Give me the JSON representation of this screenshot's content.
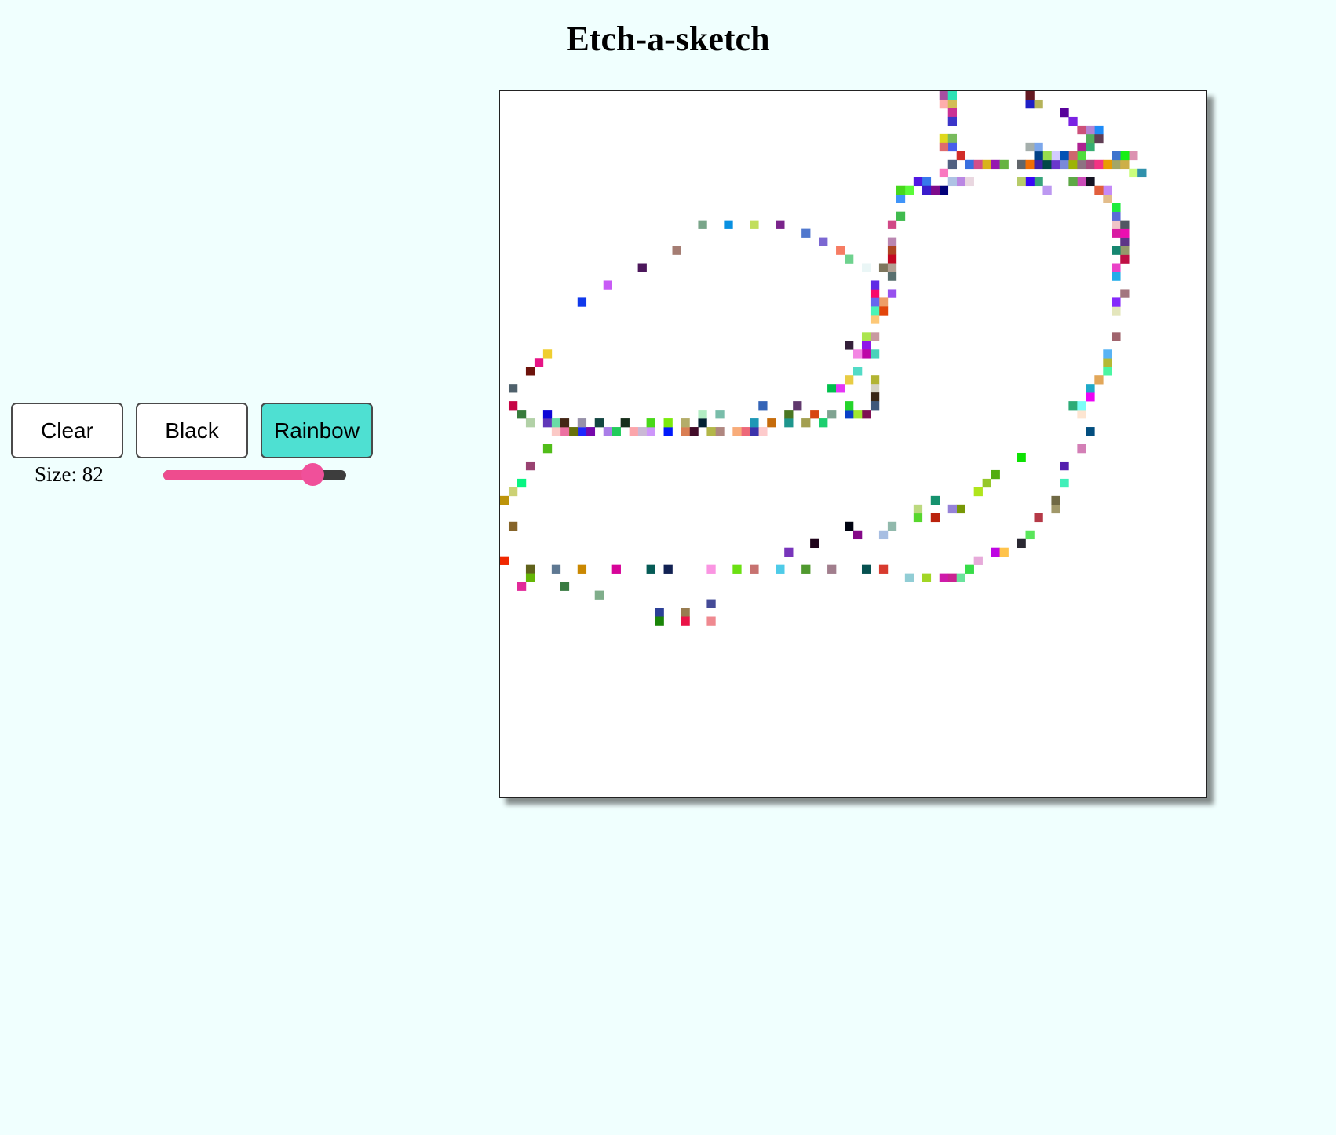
{
  "page": {
    "title": "Etch-a-sketch"
  },
  "controls": {
    "clear_label": "Clear",
    "black_label": "Black",
    "rainbow_label": "Rainbow",
    "active_mode": "Rainbow",
    "active_color": "#4ee0d2",
    "size_label": "Size: 82",
    "size_value": 82,
    "size_min": 2,
    "size_max": 100
  },
  "grid": {
    "size": 82,
    "drawn_cells": [
      [
        51,
        0
      ],
      [
        51,
        1
      ],
      [
        52,
        0
      ],
      [
        52,
        1
      ],
      [
        52,
        2
      ],
      [
        52,
        3
      ],
      [
        51,
        5
      ],
      [
        52,
        5
      ],
      [
        52,
        6
      ],
      [
        51,
        6
      ],
      [
        53,
        7
      ],
      [
        52,
        8
      ],
      [
        51,
        9
      ],
      [
        54,
        8
      ],
      [
        55,
        8
      ],
      [
        56,
        8
      ],
      [
        57,
        8
      ],
      [
        58,
        8
      ],
      [
        60,
        8
      ],
      [
        61,
        8
      ],
      [
        62,
        8
      ],
      [
        63,
        8
      ],
      [
        64,
        8
      ],
      [
        65,
        8
      ],
      [
        66,
        8
      ],
      [
        67,
        8
      ],
      [
        68,
        8
      ],
      [
        69,
        8
      ],
      [
        70,
        8
      ],
      [
        71,
        8
      ],
      [
        72,
        8
      ],
      [
        73,
        9
      ],
      [
        74,
        9
      ],
      [
        73,
        7
      ],
      [
        72,
        7
      ],
      [
        71,
        7
      ],
      [
        67,
        7
      ],
      [
        66,
        7
      ],
      [
        65,
        7
      ],
      [
        64,
        7
      ],
      [
        63,
        7
      ],
      [
        62,
        7
      ],
      [
        61,
        6
      ],
      [
        62,
        6
      ],
      [
        67,
        6
      ],
      [
        68,
        6
      ],
      [
        68,
        5
      ],
      [
        69,
        5
      ],
      [
        69,
        4
      ],
      [
        68,
        4
      ],
      [
        67,
        4
      ],
      [
        66,
        3
      ],
      [
        65,
        2
      ],
      [
        61,
        0
      ],
      [
        61,
        1
      ],
      [
        62,
        1
      ],
      [
        49,
        10
      ],
      [
        48,
        10
      ],
      [
        47,
        11
      ],
      [
        46,
        12
      ],
      [
        46,
        14
      ],
      [
        45,
        15
      ],
      [
        45,
        17
      ],
      [
        45,
        18
      ],
      [
        45,
        19
      ],
      [
        44,
        20
      ],
      [
        45,
        20
      ],
      [
        45,
        21
      ],
      [
        45,
        23
      ],
      [
        44,
        24
      ],
      [
        44,
        25
      ],
      [
        43,
        24
      ],
      [
        43,
        23
      ],
      [
        43,
        22
      ],
      [
        43,
        25
      ],
      [
        43,
        26
      ],
      [
        42,
        28
      ],
      [
        43,
        28
      ],
      [
        42,
        29
      ],
      [
        42,
        30
      ],
      [
        43,
        30
      ],
      [
        41,
        30
      ],
      [
        40,
        29
      ],
      [
        40,
        33
      ],
      [
        41,
        32
      ],
      [
        43,
        33
      ],
      [
        43,
        34
      ],
      [
        43,
        35
      ],
      [
        43,
        36
      ],
      [
        42,
        37
      ],
      [
        41,
        37
      ],
      [
        40,
        37
      ],
      [
        38,
        37
      ],
      [
        37,
        38
      ],
      [
        35,
        38
      ],
      [
        33,
        38
      ],
      [
        31,
        38
      ],
      [
        30,
        39
      ],
      [
        29,
        39
      ],
      [
        28,
        39
      ],
      [
        27,
        39
      ],
      [
        25,
        39
      ],
      [
        24,
        39
      ],
      [
        22,
        39
      ],
      [
        21,
        39
      ],
      [
        19,
        39
      ],
      [
        17,
        39
      ],
      [
        16,
        39
      ],
      [
        15,
        39
      ],
      [
        13,
        39
      ],
      [
        12,
        39
      ],
      [
        10,
        39
      ],
      [
        9,
        39
      ],
      [
        8,
        39
      ],
      [
        7,
        39
      ],
      [
        6,
        39
      ],
      [
        5,
        38
      ],
      [
        5,
        37
      ],
      [
        6,
        38
      ],
      [
        7,
        38
      ],
      [
        9,
        38
      ],
      [
        11,
        38
      ],
      [
        14,
        38
      ],
      [
        17,
        38
      ],
      [
        19,
        38
      ],
      [
        21,
        38
      ],
      [
        23,
        38
      ],
      [
        3,
        38
      ],
      [
        2,
        37
      ],
      [
        1,
        36
      ],
      [
        1,
        34
      ],
      [
        3,
        32
      ],
      [
        4,
        31
      ],
      [
        5,
        30
      ],
      [
        9,
        24
      ],
      [
        12,
        22
      ],
      [
        16,
        20
      ],
      [
        20,
        18
      ],
      [
        23,
        15
      ],
      [
        26,
        15
      ],
      [
        29,
        15
      ],
      [
        32,
        15
      ],
      [
        35,
        16
      ],
      [
        37,
        17
      ],
      [
        39,
        18
      ],
      [
        40,
        19
      ],
      [
        42,
        20
      ],
      [
        29,
        38
      ],
      [
        33,
        37
      ],
      [
        36,
        37
      ],
      [
        40,
        36
      ],
      [
        38,
        34
      ],
      [
        39,
        34
      ],
      [
        34,
        36
      ],
      [
        30,
        36
      ],
      [
        25,
        37
      ],
      [
        23,
        37
      ],
      [
        5,
        41
      ],
      [
        3,
        43
      ],
      [
        2,
        45
      ],
      [
        1,
        46
      ],
      [
        0,
        47
      ],
      [
        0,
        54
      ],
      [
        3,
        55
      ],
      [
        6,
        55
      ],
      [
        9,
        55
      ],
      [
        13,
        55
      ],
      [
        17,
        55
      ],
      [
        19,
        55
      ],
      [
        24,
        55
      ],
      [
        27,
        55
      ],
      [
        29,
        55
      ],
      [
        32,
        55
      ],
      [
        35,
        55
      ],
      [
        38,
        55
      ],
      [
        42,
        55
      ],
      [
        44,
        55
      ],
      [
        47,
        56
      ],
      [
        49,
        56
      ],
      [
        51,
        56
      ],
      [
        52,
        56
      ],
      [
        53,
        56
      ],
      [
        54,
        55
      ],
      [
        55,
        54
      ],
      [
        57,
        53
      ],
      [
        58,
        53
      ],
      [
        60,
        52
      ],
      [
        61,
        51
      ],
      [
        62,
        49
      ],
      [
        64,
        48
      ],
      [
        64,
        47
      ],
      [
        65,
        45
      ],
      [
        65,
        43
      ],
      [
        67,
        41
      ],
      [
        68,
        39
      ],
      [
        67,
        37
      ],
      [
        66,
        36
      ],
      [
        67,
        36
      ],
      [
        68,
        35
      ],
      [
        68,
        34
      ],
      [
        69,
        33
      ],
      [
        70,
        32
      ],
      [
        70,
        31
      ],
      [
        70,
        30
      ],
      [
        71,
        28
      ],
      [
        71,
        25
      ],
      [
        71,
        24
      ],
      [
        72,
        23
      ],
      [
        71,
        21
      ],
      [
        71,
        20
      ],
      [
        72,
        19
      ],
      [
        72,
        18
      ],
      [
        71,
        18
      ],
      [
        72,
        17
      ],
      [
        72,
        16
      ],
      [
        71,
        16
      ],
      [
        71,
        15
      ],
      [
        72,
        15
      ],
      [
        71,
        14
      ],
      [
        71,
        13
      ],
      [
        70,
        12
      ],
      [
        70,
        11
      ],
      [
        69,
        11
      ],
      [
        68,
        10
      ],
      [
        67,
        10
      ],
      [
        66,
        10
      ],
      [
        63,
        11
      ],
      [
        62,
        10
      ],
      [
        61,
        10
      ],
      [
        60,
        10
      ],
      [
        54,
        10
      ],
      [
        53,
        10
      ],
      [
        52,
        10
      ],
      [
        51,
        11
      ],
      [
        50,
        11
      ],
      [
        49,
        11
      ],
      [
        46,
        11
      ],
      [
        1,
        50
      ],
      [
        3,
        56
      ],
      [
        7,
        57
      ],
      [
        11,
        58
      ],
      [
        18,
        60
      ],
      [
        21,
        60
      ],
      [
        24,
        59
      ],
      [
        2,
        57
      ],
      [
        24,
        61
      ],
      [
        18,
        61
      ],
      [
        21,
        61
      ],
      [
        60,
        42
      ],
      [
        57,
        44
      ],
      [
        56,
        45
      ],
      [
        55,
        46
      ],
      [
        53,
        48
      ],
      [
        52,
        48
      ],
      [
        50,
        49
      ],
      [
        48,
        49
      ],
      [
        45,
        50
      ],
      [
        44,
        51
      ],
      [
        41,
        51
      ],
      [
        36,
        52
      ],
      [
        33,
        53
      ],
      [
        40,
        50
      ],
      [
        50,
        47
      ],
      [
        48,
        48
      ]
    ]
  }
}
